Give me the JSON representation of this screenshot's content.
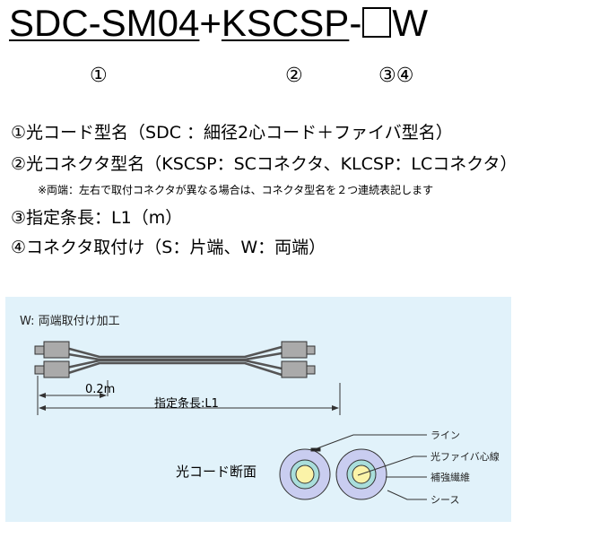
{
  "title": {
    "part1": "SDC-SM04",
    "plus": "+",
    "part2": "KSCSP",
    "dash": "-",
    "suffix": "W"
  },
  "markers": [
    "①",
    "②",
    "③④"
  ],
  "lines": [
    "①光コード型名（SDC ：細径2心コード＋ファイバ型名）",
    "②光コネクタ型名（KSCSP：SCコネクタ、KLCSP：LCコネクタ）",
    "※両端：左右で取付コネクタが異なる場合は、コネクタ型名を２つ連続表記します",
    "③指定条長：L1（m）",
    "④コネクタ取付け（S：片端、W：両端）"
  ],
  "diagram": {
    "heading": "W: 両端取付け加工",
    "dim_short": "0.2m",
    "dim_long": "指定条長:L1",
    "section_label": "光コード断面",
    "callouts": [
      "ライン",
      "光ファイバ心線",
      "補強繊維",
      "シース"
    ]
  },
  "colors": {
    "panel": "#e1f2fa",
    "sheath": "#c9cdf0",
    "reinforce": "#a9dedb",
    "fiber": "#fbf3a8"
  }
}
